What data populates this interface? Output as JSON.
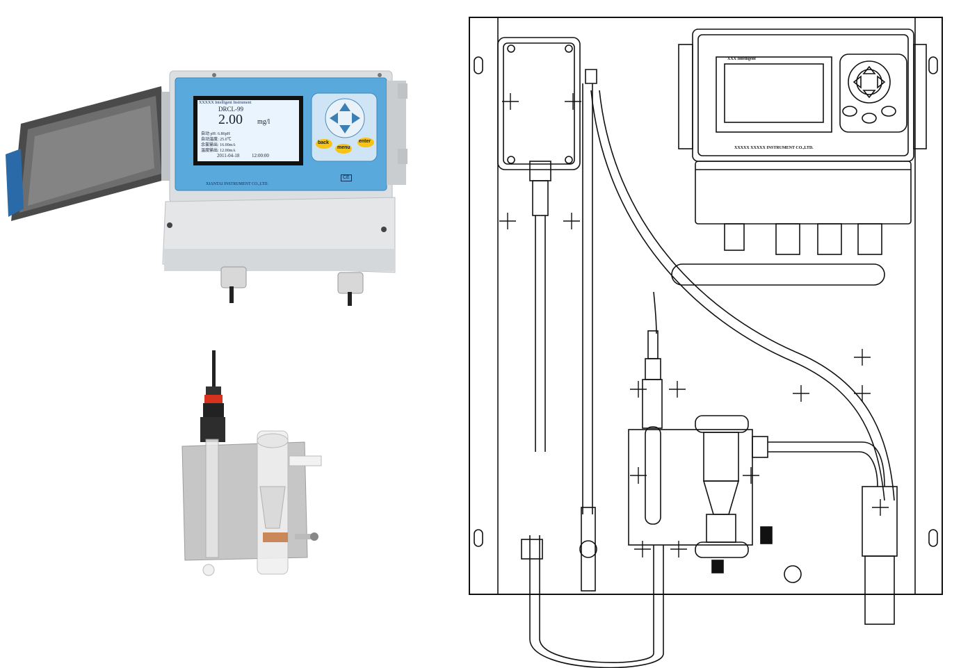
{
  "analyzer": {
    "header_label": "XXXXX Intelligent Instrument",
    "model": "DRCL-99",
    "reading_value": "2.00",
    "reading_unit": "mg/l",
    "lines": [
      "自动 pH: 6.86pH",
      "自动温度: 25.0℃",
      "余氯输出: 16.00mA",
      "温度输出: 12.00mA"
    ],
    "date": "2011-04-18",
    "time": "12:00:00",
    "buttons": {
      "back": "back",
      "menu": "menu",
      "enter": "enter"
    },
    "manufacturer": "XIANTAI INSTRUMENT CO.,LTD.",
    "badge": "CE"
  },
  "drawing": {
    "header_label": "XXX Intelligent",
    "manufacturer": "XXXXX XXXXX INSTRUMENT CO.,LTD."
  },
  "colors": {
    "panel_blue": "#5aa9dd",
    "lcd_bg": "#eaf4ff",
    "housing": "#dfe3e6",
    "button_yellow": "#f6c417",
    "lid_dark": "#3e3e3e"
  }
}
